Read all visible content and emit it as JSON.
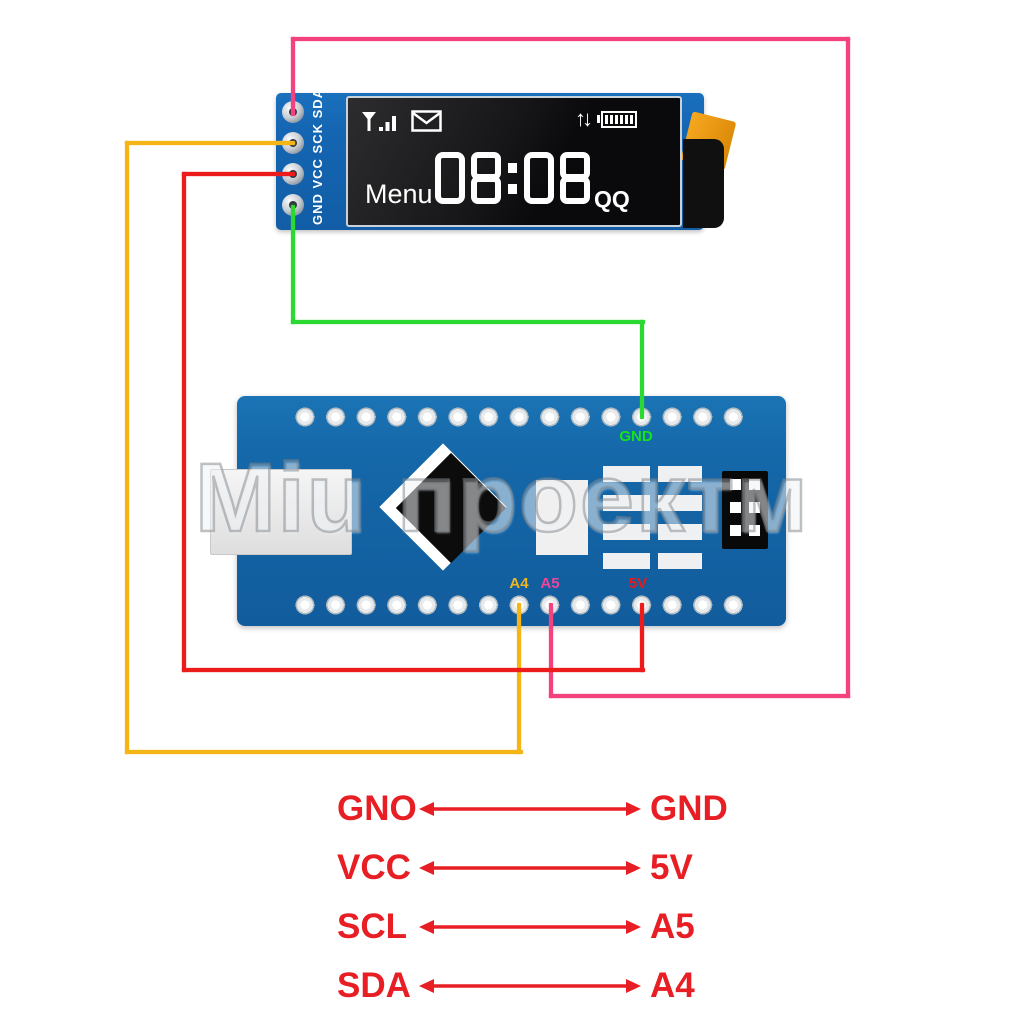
{
  "oled_module": {
    "pin_header_vertical_label": "GND VCC SCK SDA",
    "display": {
      "menu_label": "Menu",
      "time_value": "08:08",
      "right_label": "QQ",
      "updown_arrows_glyph": "↑↓"
    }
  },
  "nano_board": {
    "gnd_label": "GND",
    "a4_label": "A4",
    "a5_label": "A5",
    "five_v_label": "5V"
  },
  "watermark_text": "Miu проектм",
  "wiring_table": [
    {
      "left": "GNO",
      "right": "GND"
    },
    {
      "left": "VCC",
      "right": "5V"
    },
    {
      "left": "SCL",
      "right": "A5"
    },
    {
      "left": "SDA",
      "right": "A4"
    }
  ],
  "colors": {
    "wire_sda_pink": "#f4427f",
    "wire_sck_orange": "#f5b517",
    "wire_vcc_red": "#ec1c1c",
    "wire_gnd_green": "#2bd932",
    "oled_pcb_blue": "#1465b2",
    "nano_pcb_blue": "#1568a9",
    "table_text_red": "#e81e25",
    "nano_gnd_label_green": "#17e31c",
    "nano_a4_label_yellow": "#f0b41c",
    "nano_a5_label_pink": "#f0459b",
    "nano_5v_label_red": "#ee1717"
  }
}
